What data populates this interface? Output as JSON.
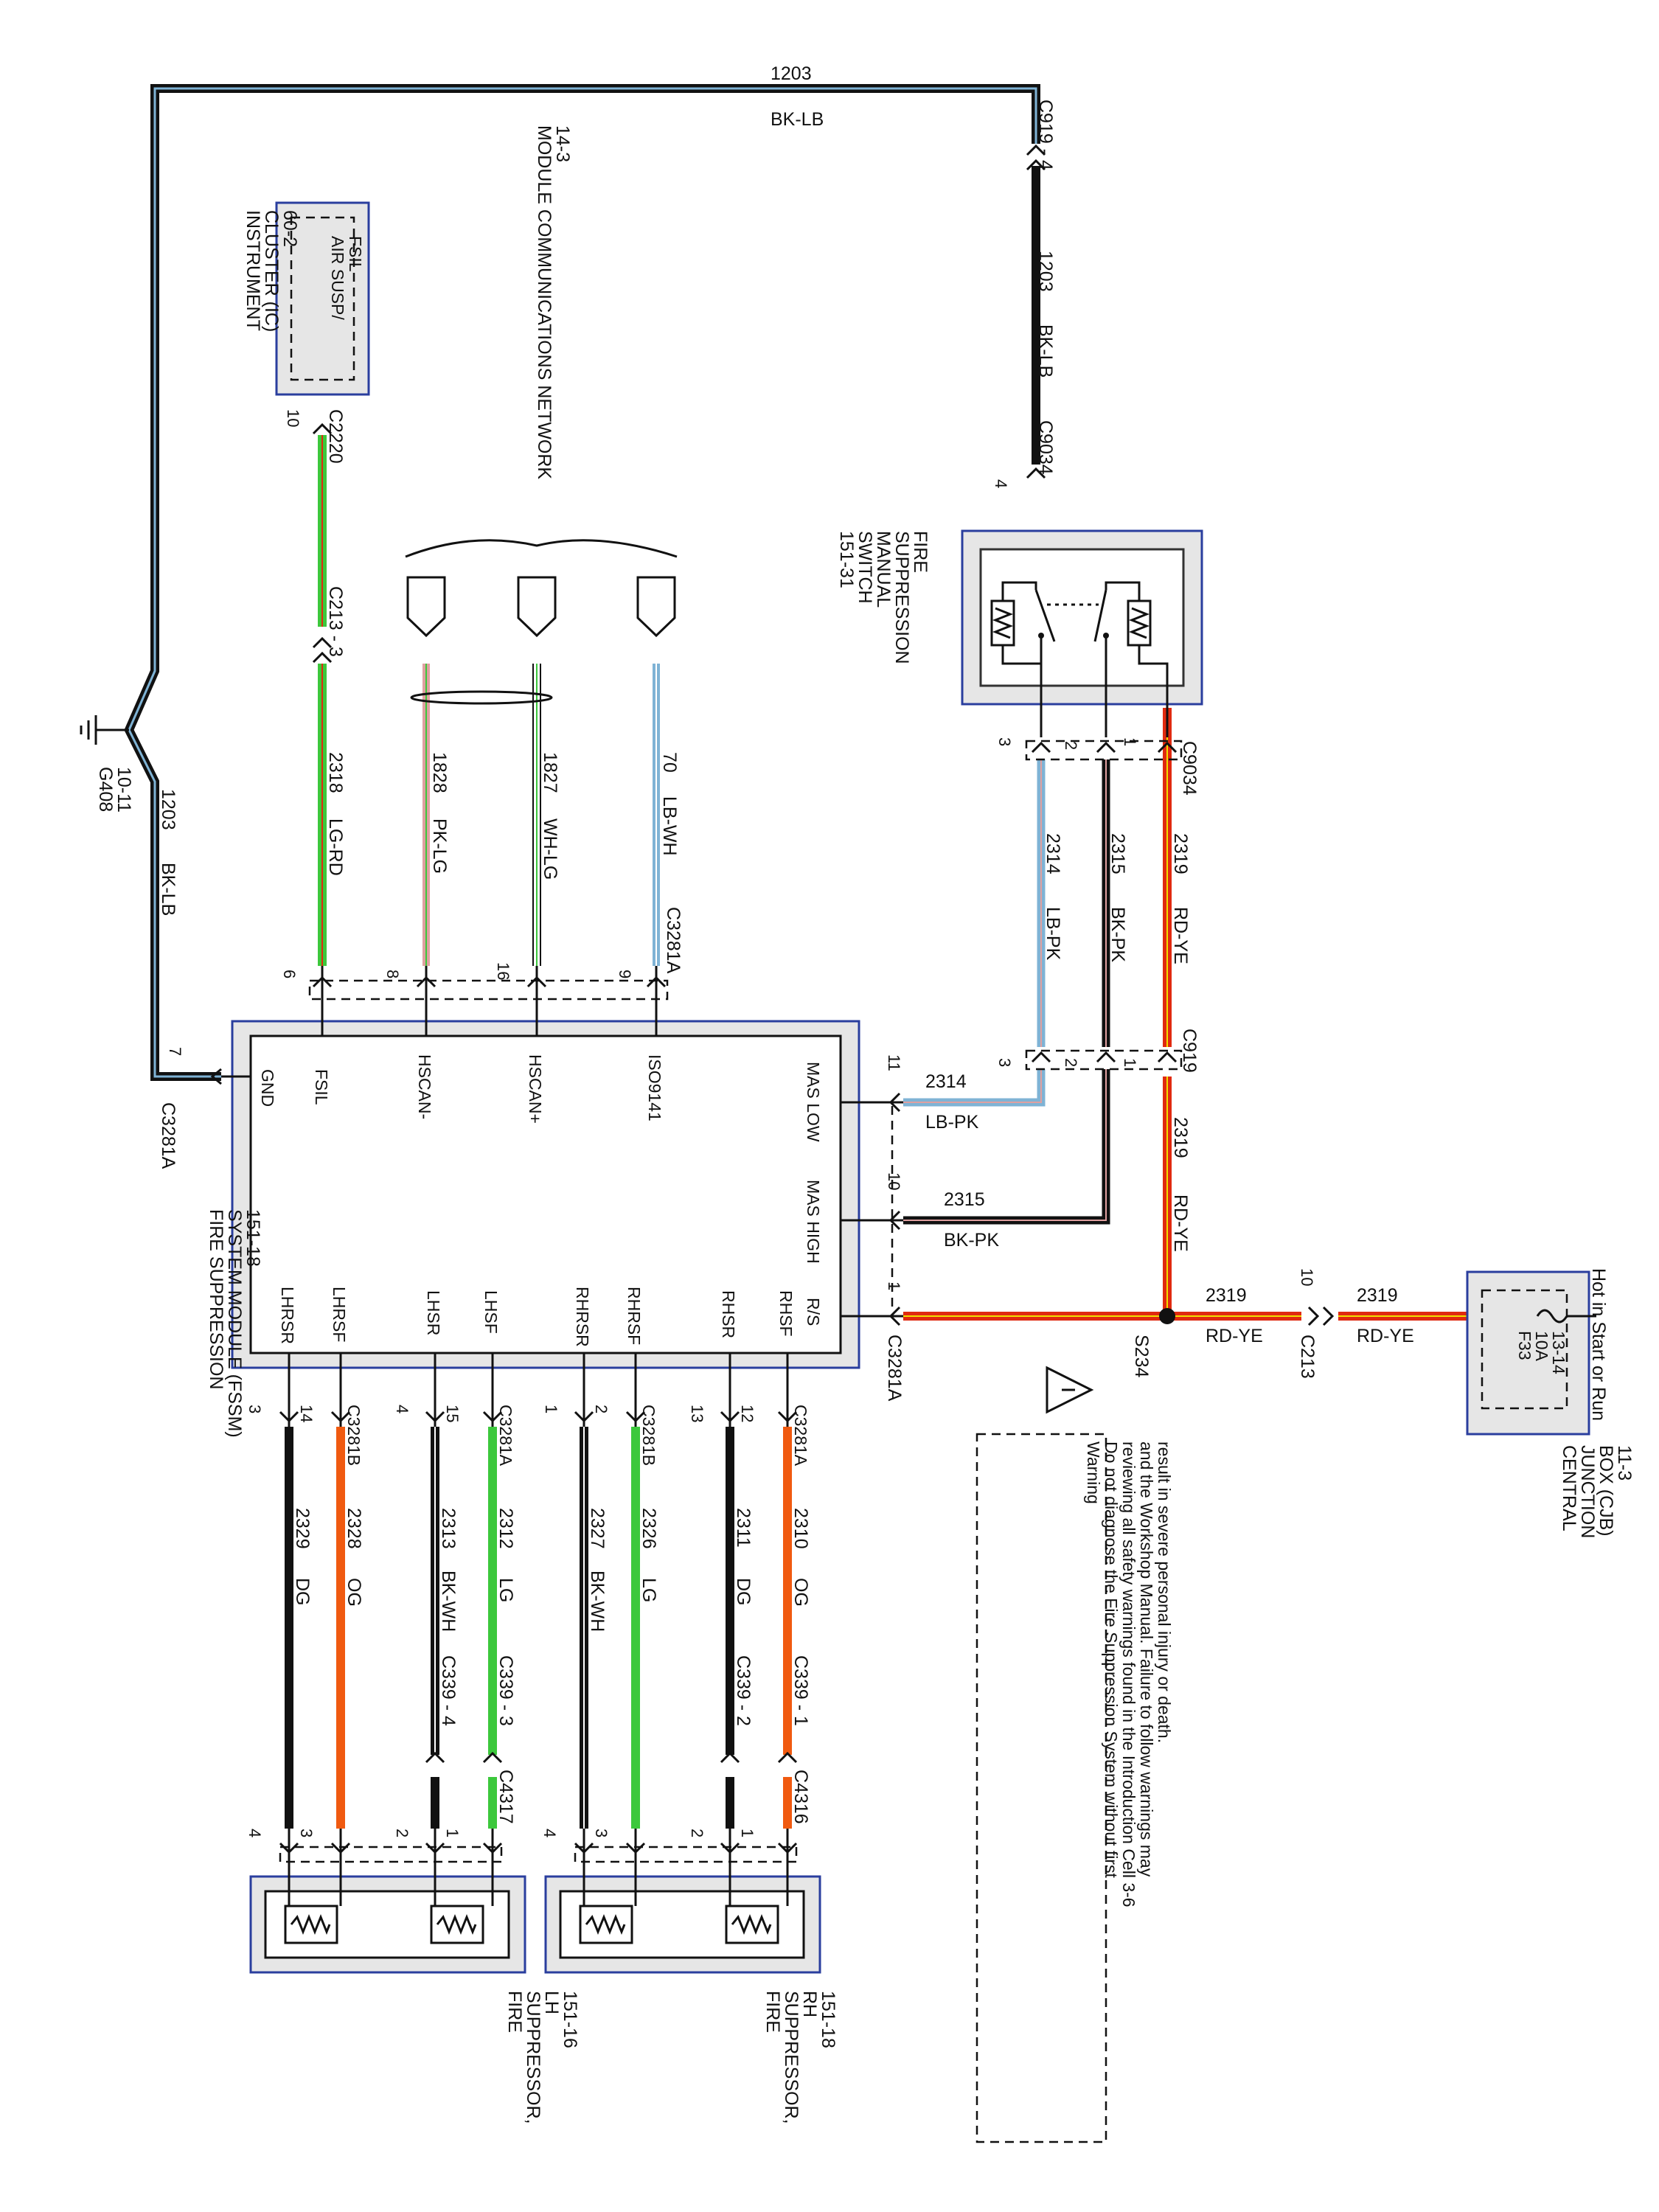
{
  "warning": {
    "title": "Warning",
    "lines": [
      "Do not diagnose the Fire Suppression System without first",
      "reviewing all safety warnings found in the Introduction Cell 3-6",
      "and the Workshop Manual. Failure to follow warnings may",
      "result in severe personal injury or death."
    ]
  },
  "components": {
    "instrument_cluster": {
      "lines": [
        "INSTRUMENT",
        "CLUSTER (IC)",
        "60-2"
      ],
      "inner_lines": [
        "AIR SUSP/",
        "FSIL"
      ]
    },
    "module_network": {
      "lines": [
        "MODULE COMMUNICATIONS NETWORK",
        "14-3"
      ]
    },
    "manual_switch": {
      "lines": [
        "FIRE",
        "SUPPRESSION",
        "MANUAL",
        "SWITCH",
        "151-31"
      ]
    },
    "fssm": {
      "lines": [
        "FIRE  SUPPRESSION",
        "SYSTEM MODULE (FSSM)",
        "151-18"
      ],
      "pins_top": [
        "GND",
        "FSIL",
        "HSCAN-",
        "HSCAN+",
        "ISO9141"
      ],
      "pins_right": [
        "MAS LOW",
        "MAS HIGH",
        "R/S"
      ],
      "pins_bottom": [
        "LHRSR",
        "LHRSF",
        "LHSR",
        "LHSF",
        "RHRSR",
        "RHRSF",
        "RHSR",
        "RHSF"
      ]
    },
    "cjb": {
      "lines": [
        "CENTRAL",
        "JUNCTION",
        "BOX (CJB)",
        "11-3"
      ],
      "fuse": [
        "F33",
        "10A",
        "13-14"
      ],
      "hot": "Hot in Start or Run"
    },
    "suppressor_lh": {
      "lines": [
        "FIRE",
        "SUPPRESSOR,",
        "LH",
        "151-16"
      ]
    },
    "suppressor_rh": {
      "lines": [
        "FIRE",
        "SUPPRESSOR,",
        "RH",
        "151-18"
      ]
    },
    "ground": {
      "lines": [
        "G408",
        "10-11"
      ]
    },
    "splice": "S234"
  },
  "connectors": {
    "c919_4": "C919 - 4",
    "c9034_top": "C9034",
    "c9034_bottom": "C9034",
    "c919": "C919",
    "c2220": "C2220",
    "c213_3": "C213 - 3",
    "c213": "C213",
    "c3281a_top": "C3281A",
    "c3281a_gnd": "C3281A",
    "c3281a_right": "C3281A",
    "c3281a_b1": "C3281A",
    "c3281b_b1": "C3281B",
    "c3281a_b2": "C3281A",
    "c3281b_b2": "C3281B",
    "c339_1": "C339 - 1",
    "c339_2": "C339 - 2",
    "c339_3": "C339 - 3",
    "c339_4": "C339 - 4",
    "c4316": "C4316",
    "c4317": "C4317"
  },
  "circuits": {
    "w1203": {
      "num": "1203",
      "color": "BK-LB"
    },
    "w2318": {
      "num": "2318",
      "color": "LG-RD"
    },
    "w1828": {
      "num": "1828",
      "color": "PK-LG"
    },
    "w1827": {
      "num": "1827",
      "color": "WH-LG"
    },
    "w70": {
      "num": "70",
      "color": "LB-WH"
    },
    "w2314": {
      "num": "2314",
      "color": "LB-PK"
    },
    "w2315": {
      "num": "2315",
      "color": "BK-PK"
    },
    "w2319": {
      "num": "2319",
      "color": "RD-YE"
    },
    "w2329": {
      "num": "2329",
      "color": "DG"
    },
    "w2328": {
      "num": "2328",
      "color": "OG"
    },
    "w2313": {
      "num": "2313",
      "color": "BK-WH"
    },
    "w2312": {
      "num": "2312",
      "color": "LG"
    },
    "w2327": {
      "num": "2327",
      "color": "BK-WH"
    },
    "w2326": {
      "num": "2326",
      "color": "LG"
    },
    "w2311": {
      "num": "2311",
      "color": "DG"
    },
    "w2310": {
      "num": "2310",
      "color": "OG"
    }
  },
  "pin_numbers": {
    "p4_c9034": "4",
    "p10_c2220": "10",
    "p7_gnd": "7",
    "p6": "6",
    "p8": "8",
    "p16": "16",
    "p9": "9",
    "sw3": "3",
    "sw2": "2",
    "sw1": "1",
    "c919_3": "3",
    "c919_2": "2",
    "c919_1": "1",
    "p11": "11",
    "p10": "10",
    "p1": "1",
    "p10_c213": "10",
    "b3": "3",
    "b14": "14",
    "b4": "4",
    "b15": "15",
    "b1": "1",
    "b2": "2",
    "b13": "13",
    "b12": "12",
    "lh4": "4",
    "lh3": "3",
    "lh2": "2",
    "lh1": "1",
    "rh4": "4",
    "rh3": "3",
    "rh2": "2",
    "rh1": "1"
  },
  "colors": {
    "frame": "#2a3e9e",
    "BK": "#111111",
    "LB": "#7fb3d5",
    "LG": "#3cc83c",
    "RD": "#e02a10",
    "YE": "#f0e000",
    "PK": "#e0a0a0",
    "WH": "#ffffff",
    "OG": "#f05a10",
    "DG": "#111111"
  }
}
